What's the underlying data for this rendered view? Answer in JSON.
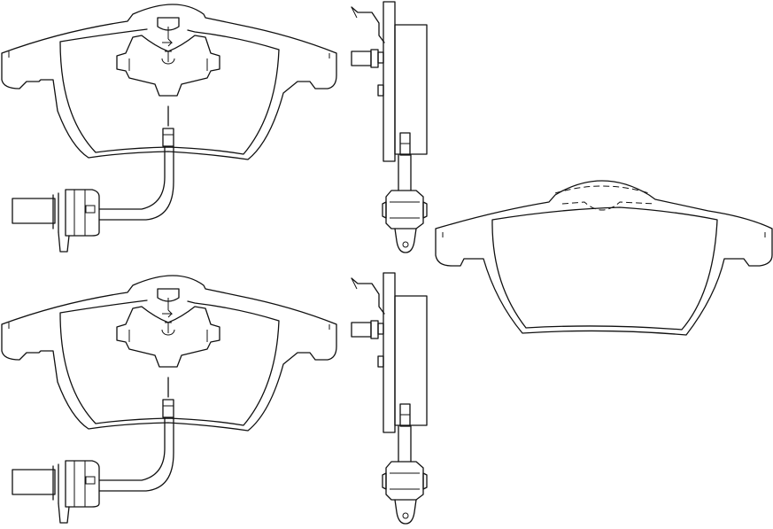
{
  "drawing": {
    "views": [
      {
        "id": "front-view-top"
      },
      {
        "id": "side-view-top"
      },
      {
        "id": "front-view-bottom"
      },
      {
        "id": "side-view-bottom"
      },
      {
        "id": "back-view-right"
      }
    ],
    "line_color": "#111111",
    "background": "#ffffff"
  }
}
